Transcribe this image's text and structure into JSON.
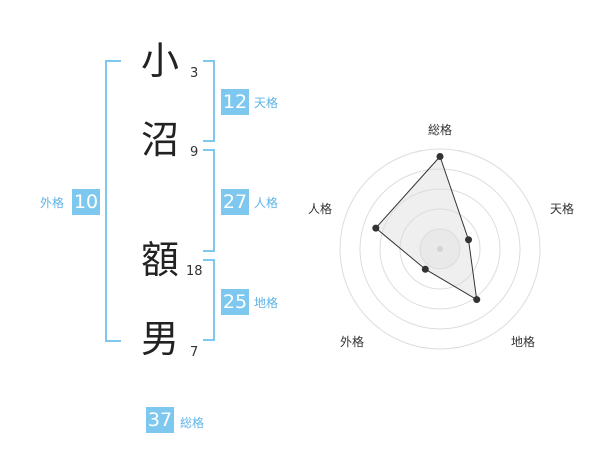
{
  "name": {
    "chars": [
      {
        "char": "小",
        "strokes": "3"
      },
      {
        "char": "沼",
        "strokes": "9"
      },
      {
        "char": "額",
        "strokes": "18"
      },
      {
        "char": "男",
        "strokes": "7"
      }
    ]
  },
  "fortunes": {
    "tenkaku": {
      "value": "12",
      "label": "天格"
    },
    "jinkaku": {
      "value": "27",
      "label": "人格"
    },
    "chikaku": {
      "value": "25",
      "label": "地格"
    },
    "gaikaku": {
      "value": "10",
      "label": "外格"
    },
    "soukaku": {
      "value": "37",
      "label": "総格"
    }
  },
  "colors": {
    "accent": "#7ec8f0",
    "label": "#5eb4e8",
    "text": "#222222"
  },
  "chart_data": {
    "type": "radar",
    "axes": [
      "総格",
      "天格",
      "地格",
      "外格",
      "人格"
    ],
    "values": [
      37,
      12,
      25,
      10,
      27
    ],
    "range": [
      0,
      40
    ],
    "rings": 5
  }
}
